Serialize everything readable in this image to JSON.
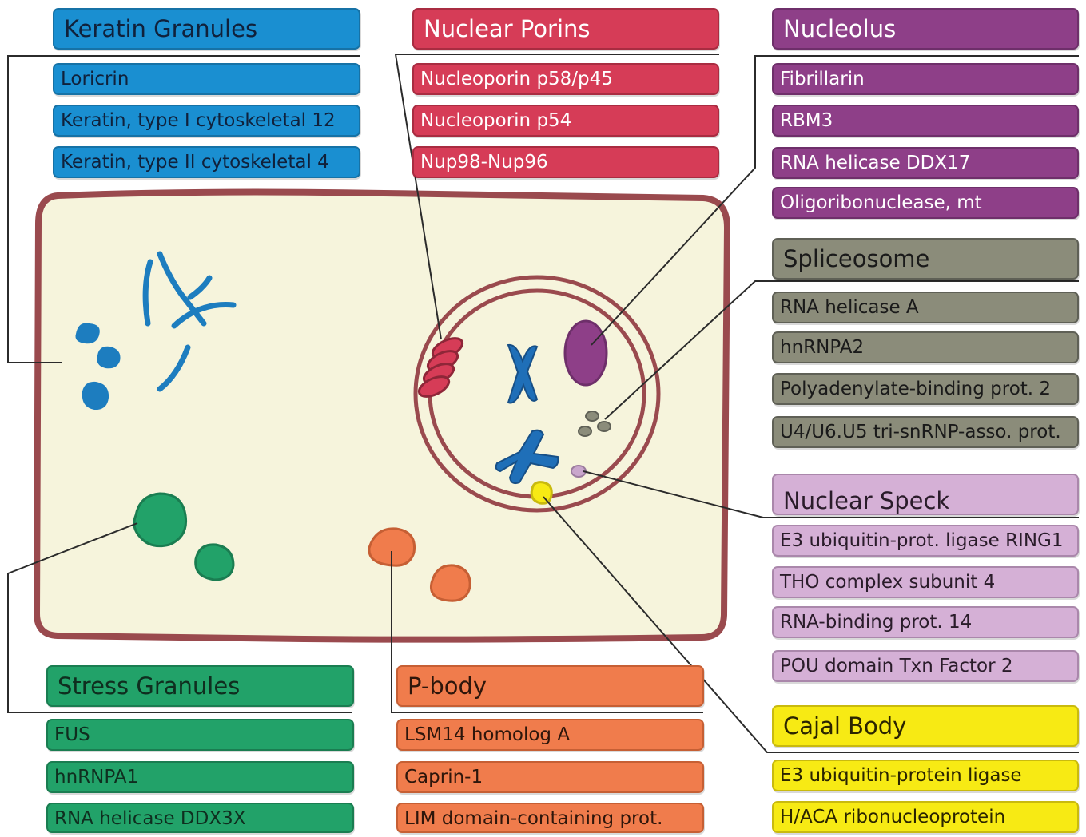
{
  "colors": {
    "cytoplasm": "#f6f4dc",
    "membrane": "#9a4a4e",
    "keratin": "#1d7dbf",
    "porins": "#d63c57",
    "nucleolus": "#8e3f88",
    "spliceosome": "#8b8c7a",
    "speck": "#c9a6cc",
    "cajal": "#f7ea14",
    "stress": "#22a269",
    "pbody": "#f07c4c",
    "chromosome": "#1f6fb8"
  },
  "groups": {
    "keratin": {
      "title": "Keratin Granules",
      "items": [
        "Loricrin",
        "Keratin, type I cytoskeletal 12",
        "Keratin, type II cytoskeletal 4"
      ]
    },
    "porins": {
      "title": "Nuclear Porins",
      "items": [
        "Nucleoporin p58/p45",
        "Nucleoporin p54",
        "Nup98-Nup96"
      ]
    },
    "nucleolus": {
      "title": "Nucleolus",
      "items": [
        "Fibrillarin",
        "RBM3",
        "RNA helicase DDX17",
        "Oligoribonuclease, mt"
      ]
    },
    "spliceosome": {
      "title": "Spliceosome",
      "items": [
        "RNA helicase A",
        "hnRNPA2",
        "Polyadenylate-binding prot. 2",
        "U4/U6.U5 tri-snRNP-asso. prot."
      ]
    },
    "speck": {
      "title": "Nuclear Speck",
      "items": [
        "E3 ubiquitin-prot. ligase RING1",
        "THO complex subunit 4",
        "RNA-binding prot. 14",
        "POU domain Txn Factor 2"
      ]
    },
    "cajal": {
      "title": "Cajal Body",
      "items": [
        "E3 ubiquitin-protein ligase",
        "H/ACA ribonucleoprotein"
      ]
    },
    "stress": {
      "title": "Stress Granules",
      "items": [
        "FUS",
        "hnRNPA1",
        "RNA helicase DDX3X"
      ]
    },
    "pbody": {
      "title": "P-body",
      "items": [
        "LSM14 homolog A",
        "Caprin-1",
        "LIM domain-containing prot."
      ]
    }
  }
}
